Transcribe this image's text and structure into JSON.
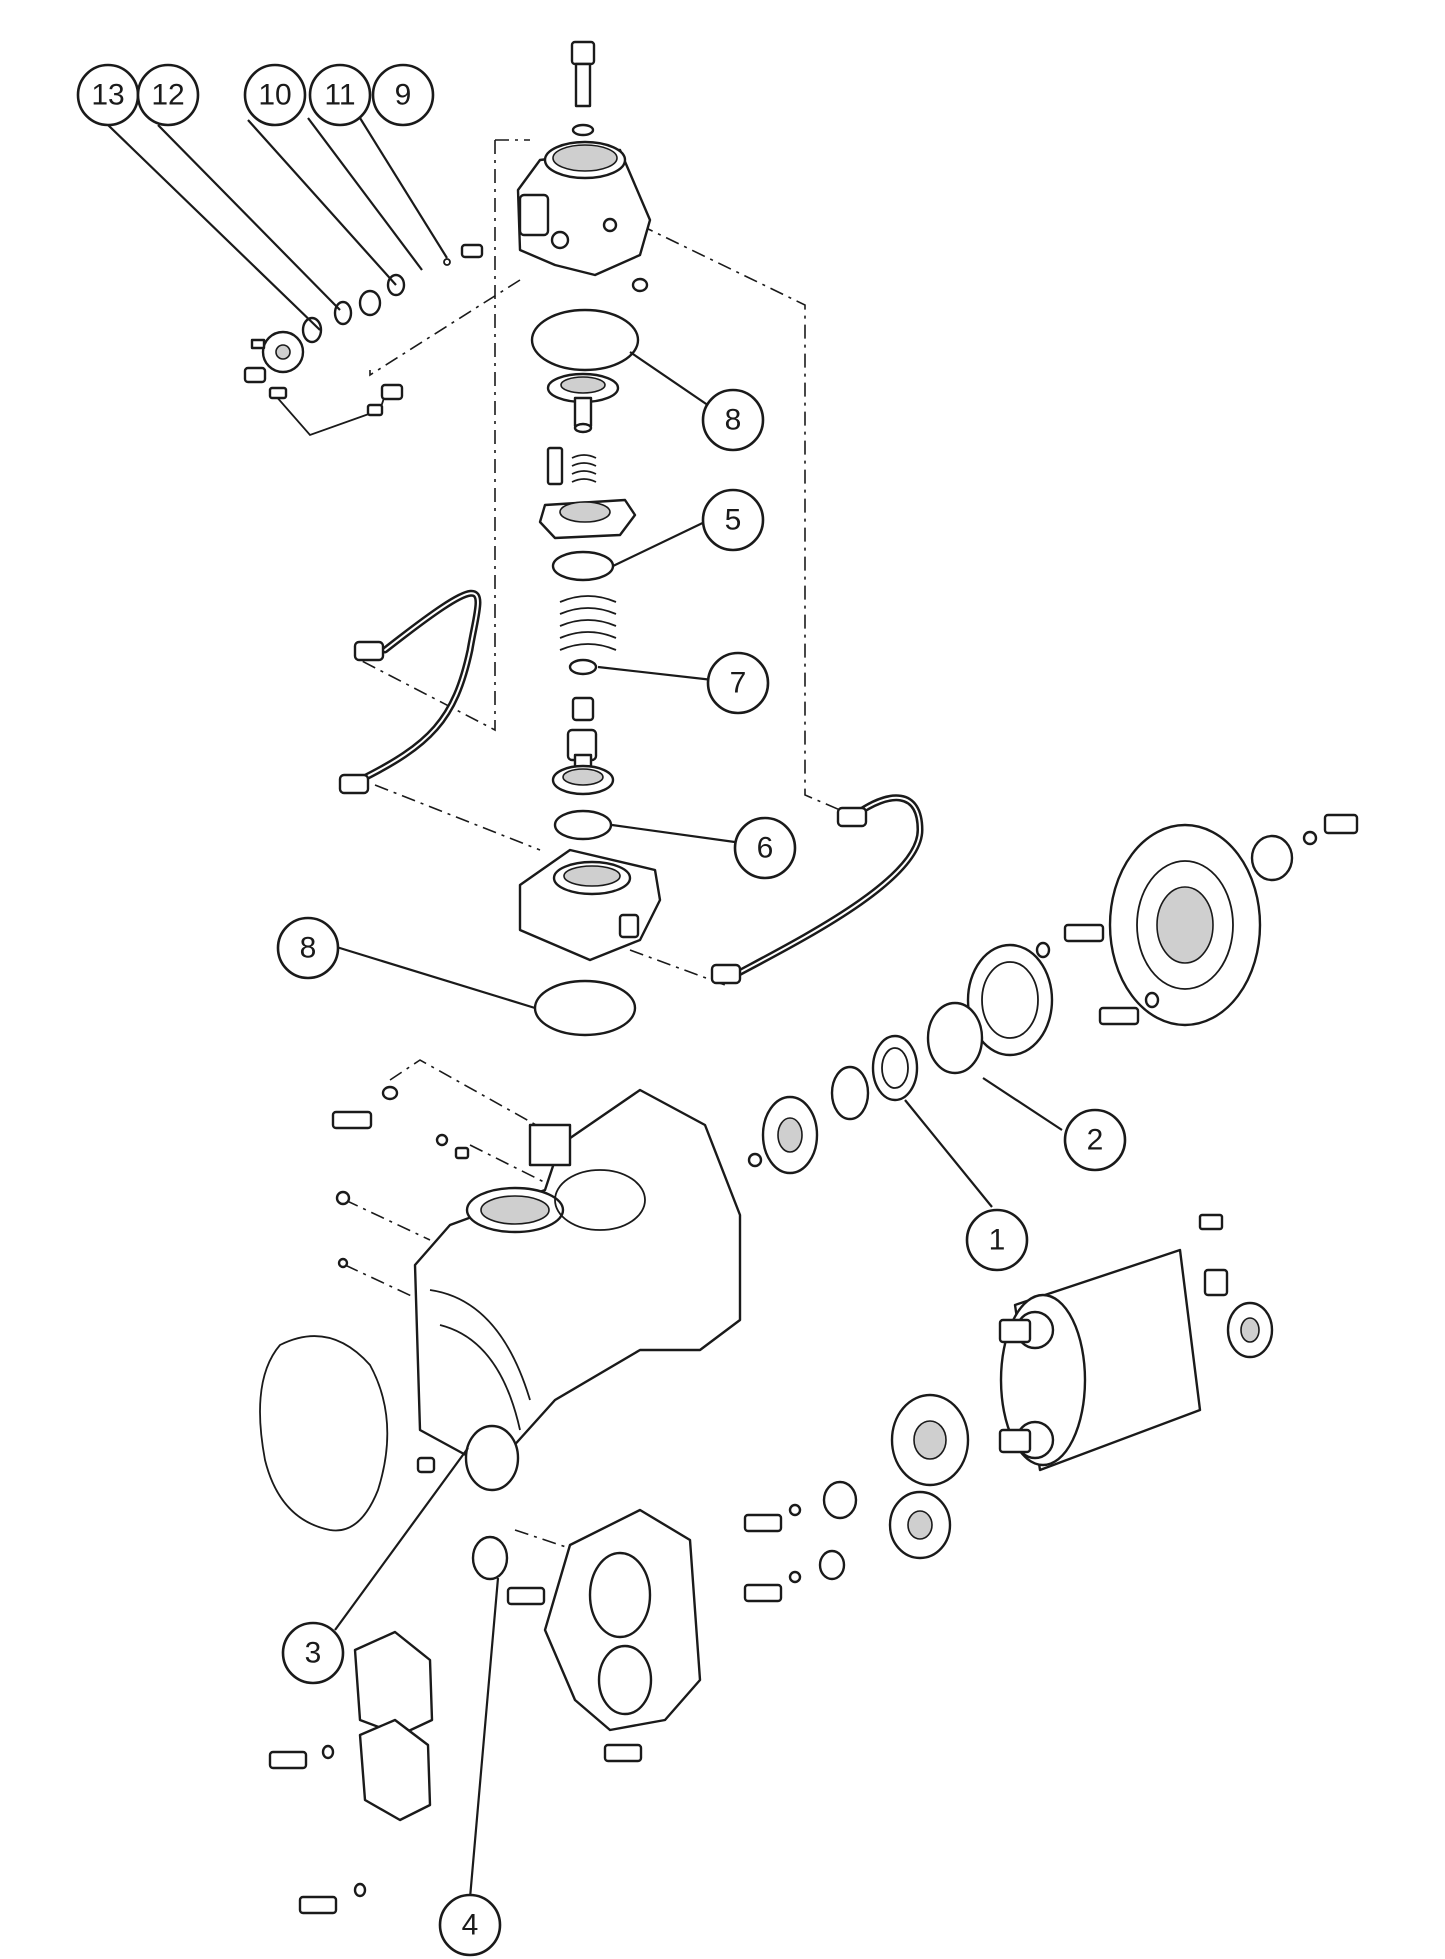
{
  "callouts": [
    {
      "id": "13",
      "label": "13"
    },
    {
      "id": "12",
      "label": "12"
    },
    {
      "id": "10",
      "label": "10"
    },
    {
      "id": "11",
      "label": "11"
    },
    {
      "id": "9",
      "label": "9"
    },
    {
      "id": "8a",
      "label": "8"
    },
    {
      "id": "5",
      "label": "5"
    },
    {
      "id": "7",
      "label": "7"
    },
    {
      "id": "6",
      "label": "6"
    },
    {
      "id": "8b",
      "label": "8"
    },
    {
      "id": "2",
      "label": "2"
    },
    {
      "id": "1",
      "label": "1"
    },
    {
      "id": "3",
      "label": "3"
    },
    {
      "id": "4",
      "label": "4"
    }
  ],
  "colors": {
    "line": "#1a1a1a",
    "shade": "#cfcfcf",
    "background": "#ffffff"
  }
}
